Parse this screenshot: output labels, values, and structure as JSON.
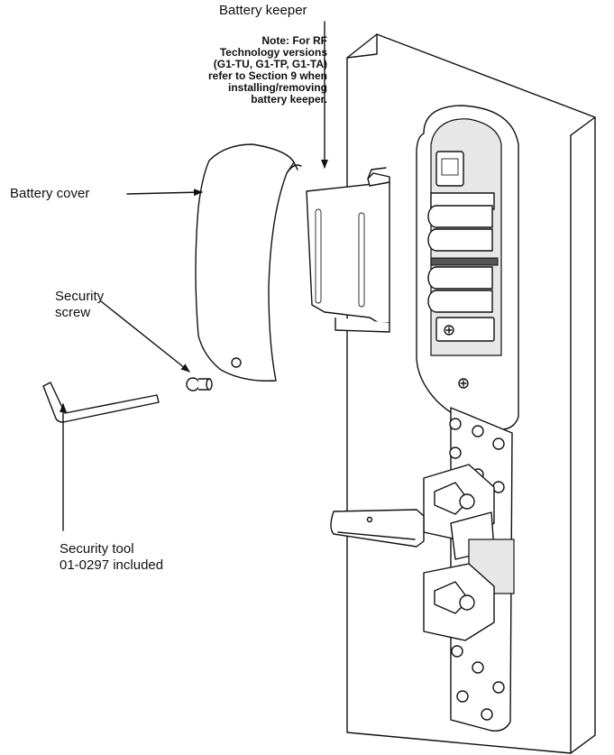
{
  "labels": {
    "battery_keeper": "Battery keeper",
    "battery_cover": "Battery cover",
    "security_screw_line1": "Security",
    "security_screw_line2": "screw",
    "security_tool_line1": "Security tool",
    "security_tool_line2": "01-0297 included"
  },
  "note": {
    "lines": [
      "Note: For RF",
      "Technology versions",
      "(G1-TU, G1-TP, G1-TA)",
      "refer to Section 9 when",
      "installing/removing",
      "battery keeper."
    ]
  }
}
